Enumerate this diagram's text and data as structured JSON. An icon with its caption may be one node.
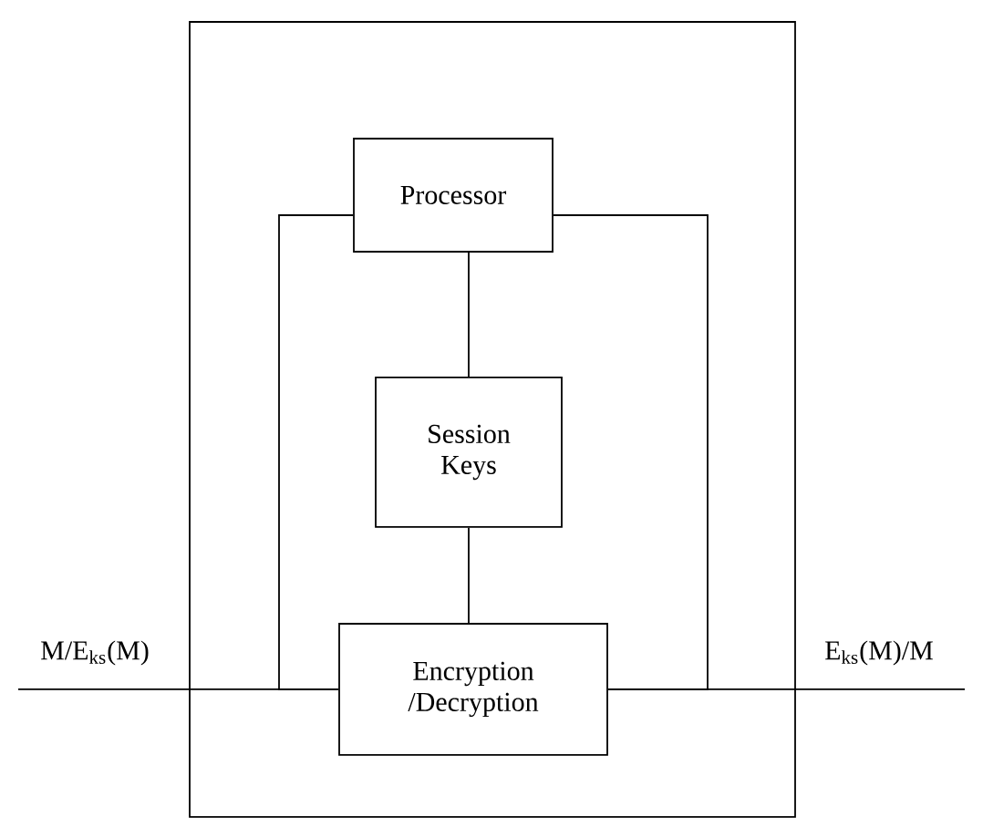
{
  "diagram": {
    "nodes": [
      {
        "text": [],
        "shape": "box"
      },
      {
        "text": [
          "Processor"
        ],
        "in": 0
      },
      {
        "text": [
          "Session Keys"
        ],
        "in": 0
      },
      {
        "text": [
          "Encryption /Decryption"
        ],
        "in": 0
      }
    ],
    "edges": [
      {
        "from": 1,
        "to": 2,
        "arrow": "none"
      },
      {
        "from": 2,
        "to": 3,
        "arrow": "none"
      },
      {
        "from": null,
        "to": 3,
        "arrow": "none",
        "label": "M/E$_{ks}$(M)"
      },
      {
        "from": 3,
        "to": null,
        "arrow": "none",
        "label": "E$_{ks}$(M)/M"
      },
      {
        "from": 1,
        "to": 3,
        "arrow": "none"
      },
      {
        "from": 1,
        "to": 3,
        "arrow": "none"
      }
    ]
  }
}
